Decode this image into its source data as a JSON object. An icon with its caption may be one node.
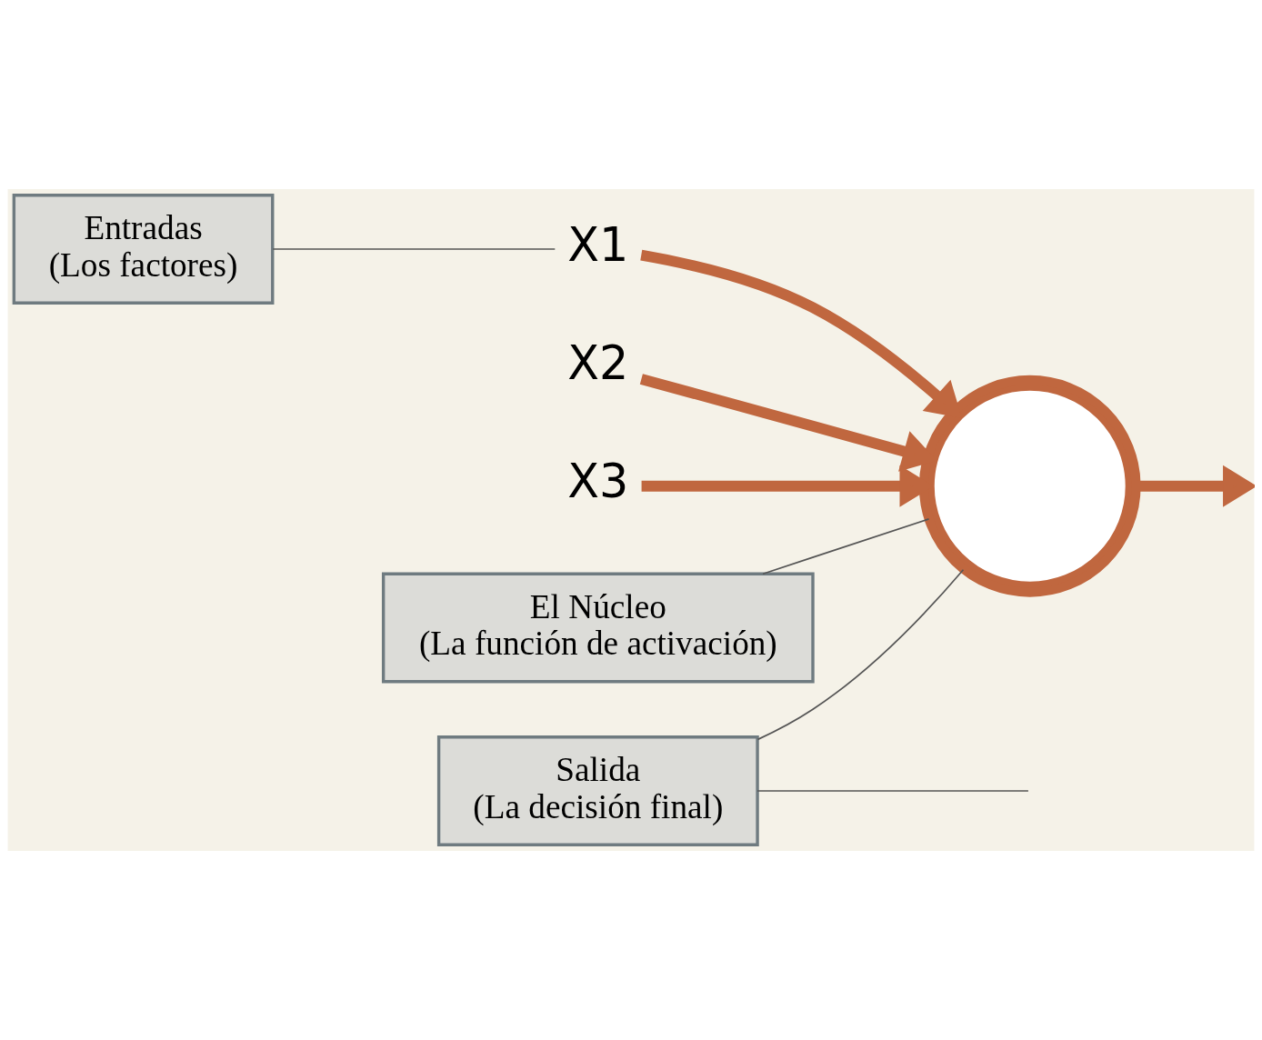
{
  "diagram": {
    "nodes": [
      {
        "text": [
          "Entradas",
          "(Los factores)"
        ]
      },
      {
        "text": [
          "X1"
        ]
      },
      {
        "text": [
          "X2"
        ]
      },
      {
        "text": [
          "X3"
        ]
      },
      {
        "text": [],
        "shape": "circle"
      },
      {
        "text": [
          "El Núcleo",
          "(La función de activación)"
        ]
      },
      {
        "text": [
          "Salida",
          "(La decisión final)"
        ]
      }
    ],
    "edges": [
      {
        "from": 0,
        "to": 1,
        "arrow": "none",
        "color": "#555555"
      },
      {
        "from": 1,
        "to": 4,
        "arrow": "to",
        "style": "thick",
        "color": "#c0673f"
      },
      {
        "from": 2,
        "to": 4,
        "arrow": "to",
        "style": "thick",
        "color": "#c0673f"
      },
      {
        "from": 3,
        "to": 4,
        "arrow": "to",
        "style": "thick",
        "color": "#c0673f"
      },
      {
        "from": 5,
        "to": 4,
        "arrow": "none",
        "color": "#555555"
      },
      {
        "from": 4,
        "to": null,
        "arrow": "to",
        "style": "thick",
        "color": "#c0673f"
      },
      {
        "from": 6,
        "to": 4,
        "arrow": "none",
        "color": "#555555"
      },
      {
        "from": 6,
        "to": null,
        "arrow": "none",
        "color": "#555555"
      }
    ]
  }
}
